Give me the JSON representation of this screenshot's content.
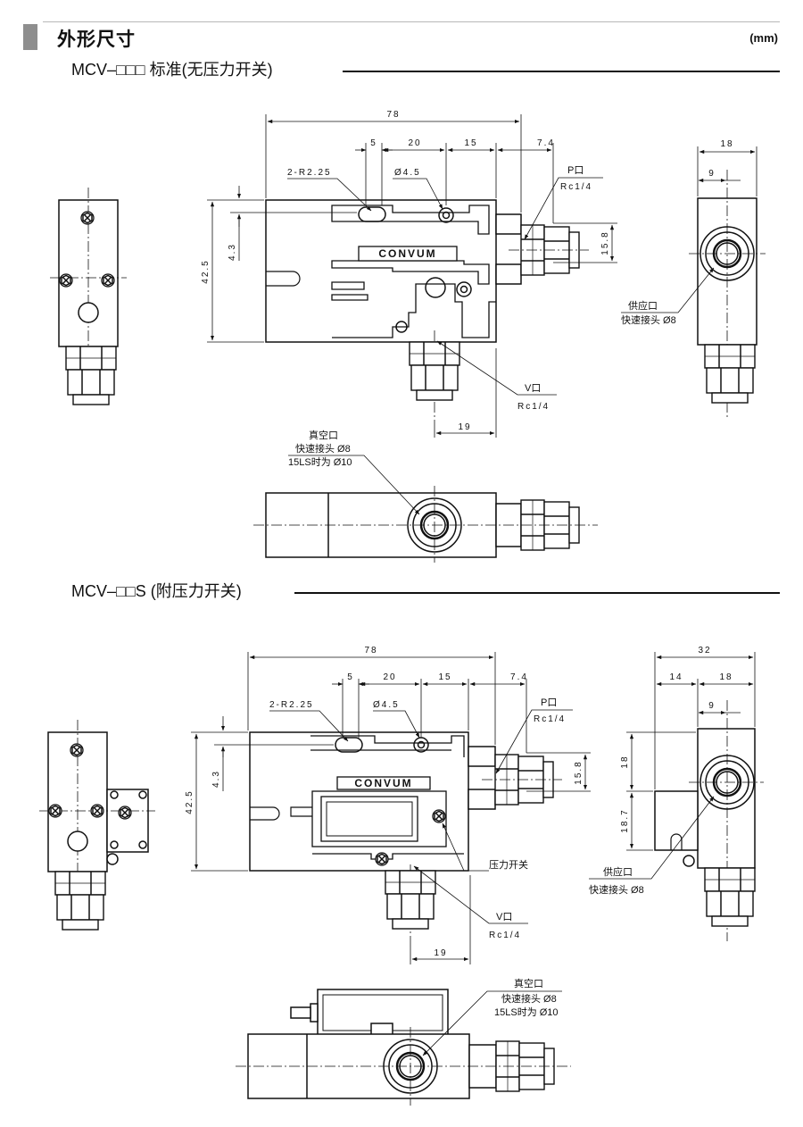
{
  "header": {
    "title": "外形尺寸",
    "unit": "(mm)"
  },
  "section_standard": {
    "title": "MCV–□□□ 标准(无压力开关)",
    "dims": {
      "overall": "78",
      "d5": "5",
      "d20": "20",
      "d15": "15",
      "d74": "7.4",
      "height": "42.5",
      "d43": "4.3",
      "d158": "15.8",
      "d19": "19",
      "side_width": "18",
      "side_half": "9"
    },
    "labels": {
      "slot": "2-R2.25",
      "hole": "Ø4.5",
      "p_port": "P口",
      "p_thread": "Rc1/4",
      "v_port": "V口",
      "v_thread": "Rc1/4",
      "supply_port": "供应口",
      "supply_fitting": "快速接头 Ø8",
      "vac_port": "真空口",
      "vac_fitting": "快速接头 Ø8",
      "vac_fitting_15ls": "15LS时为 Ø10",
      "brand": "CONVUM"
    }
  },
  "section_switch": {
    "title": "MCV–□□S (附压力开关)",
    "dims": {
      "overall": "78",
      "d5": "5",
      "d20": "20",
      "d15": "15",
      "d74": "7.4",
      "height": "42.5",
      "d43": "4.3",
      "d158": "15.8",
      "d19": "19",
      "side_total": "32",
      "side_14": "14",
      "side_18": "18",
      "side_9": "9",
      "side_v18": "18",
      "side_v187": "18.7"
    },
    "labels": {
      "slot": "2-R2.25",
      "hole": "Ø4.5",
      "p_port": "P口",
      "p_thread": "Rc1/4",
      "v_port": "V口",
      "v_thread": "Rc1/4",
      "switch": "压力开关",
      "supply_port": "供应口",
      "supply_fitting": "快速接头 Ø8",
      "vac_port": "真空口",
      "vac_fitting": "快速接头 Ø8",
      "vac_fitting_15ls": "15LS时为 Ø10",
      "brand": "CONVUM"
    }
  }
}
